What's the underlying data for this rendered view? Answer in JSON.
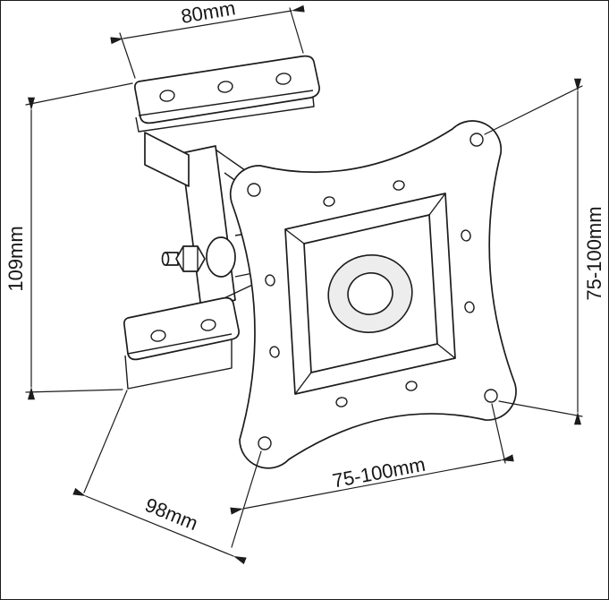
{
  "drawing": {
    "subject": "swivel-tv-wall-mount-bracket",
    "colors": {
      "line": "#1c1c1c",
      "background": "#ffffff",
      "boss_ring": "#ededed"
    },
    "dimensions": {
      "top_width": "80mm",
      "left_height": "109mm",
      "right_vesa_vertical": "75-100mm",
      "bottom_vesa_horizontal": "75-100mm",
      "depth": "98mm"
    }
  }
}
